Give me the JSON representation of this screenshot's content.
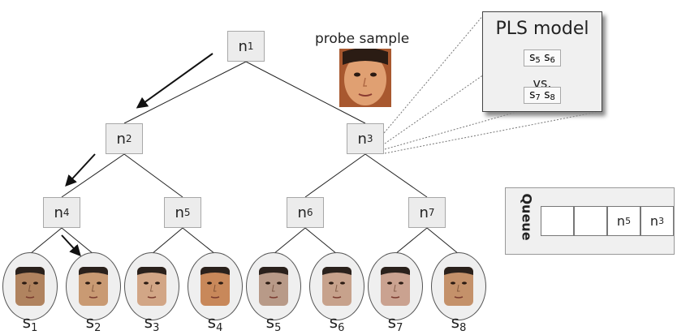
{
  "tree": {
    "nodes": [
      {
        "id": "n1",
        "base": "n",
        "sub": "1"
      },
      {
        "id": "n2",
        "base": "n",
        "sub": "2"
      },
      {
        "id": "n3",
        "base": "n",
        "sub": "3"
      },
      {
        "id": "n4",
        "base": "n",
        "sub": "4"
      },
      {
        "id": "n5",
        "base": "n",
        "sub": "5"
      },
      {
        "id": "n6",
        "base": "n",
        "sub": "6"
      },
      {
        "id": "n7",
        "base": "n",
        "sub": "7"
      }
    ],
    "leaves": [
      {
        "id": "s1",
        "base": "s",
        "sub": "1"
      },
      {
        "id": "s2",
        "base": "s",
        "sub": "2"
      },
      {
        "id": "s3",
        "base": "s",
        "sub": "3"
      },
      {
        "id": "s4",
        "base": "s",
        "sub": "4"
      },
      {
        "id": "s5",
        "base": "s",
        "sub": "5"
      },
      {
        "id": "s6",
        "base": "s",
        "sub": "6"
      },
      {
        "id": "s7",
        "base": "s",
        "sub": "7"
      },
      {
        "id": "s8",
        "base": "s",
        "sub": "8"
      }
    ],
    "edges": [
      [
        "n1",
        "n2"
      ],
      [
        "n1",
        "n3"
      ],
      [
        "n2",
        "n4"
      ],
      [
        "n2",
        "n5"
      ],
      [
        "n3",
        "n6"
      ],
      [
        "n3",
        "n7"
      ],
      [
        "n4",
        "s1"
      ],
      [
        "n4",
        "s2"
      ],
      [
        "n5",
        "s3"
      ],
      [
        "n5",
        "s4"
      ],
      [
        "n6",
        "s5"
      ],
      [
        "n6",
        "s6"
      ],
      [
        "n7",
        "s7"
      ],
      [
        "n7",
        "s8"
      ]
    ],
    "search_path": [
      "n1",
      "n2",
      "n4",
      "s2"
    ]
  },
  "probe": {
    "label": "probe sample"
  },
  "pls_model": {
    "title": "PLS model",
    "pair_top": {
      "a": {
        "base": "s",
        "sub": "5"
      },
      "b": {
        "base": "s",
        "sub": "6"
      }
    },
    "vs": "vs.",
    "pair_bottom": {
      "a": {
        "base": "s",
        "sub": "7"
      },
      "b": {
        "base": "s",
        "sub": "8"
      }
    },
    "attached_to": "n3"
  },
  "queue": {
    "title": "Queue",
    "cells": [
      {
        "base": "",
        "sub": ""
      },
      {
        "base": "",
        "sub": ""
      },
      {
        "base": "n",
        "sub": "5"
      },
      {
        "base": "n",
        "sub": "3"
      }
    ]
  },
  "colors": {
    "node_fill": "#ececec",
    "node_border": "#a8a8a8",
    "edge": "#222222",
    "skin_tones": [
      "#b0835f",
      "#c99a73",
      "#d2a686",
      "#c8885a",
      "#b89a88",
      "#c7a28c",
      "#caa290",
      "#c4916a"
    ]
  }
}
